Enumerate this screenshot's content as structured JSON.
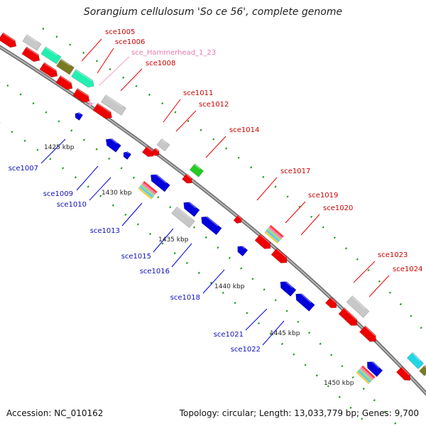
{
  "title": "Sorangium cellulosum 'So ce 56', complete genome",
  "footer": {
    "accession": "Accession: NC_010162",
    "topology": "Topology: circular; Length: 13,033,779 bp; Genes: 9,700"
  },
  "colors": {
    "forward_gene": "#ee0000",
    "reverse_gene": "#0000dd",
    "unknown_gene": "#c8c8c8",
    "highlight_cyan": "#22f0b0",
    "highlight_olive": "#7a7a20",
    "green_gene": "#22cc22",
    "rna_pink": "#f4a0c8",
    "backbone": "#8c8c8c",
    "dots": "#1a9a1a",
    "fwd_label": "#cc0000",
    "rev_label": "#1010c0",
    "rna_label": "#e87aaa"
  },
  "scale_labels": [
    "1425 kbp",
    "1430 kbp",
    "1435 kbp",
    "1440 kbp",
    "1445 kbp",
    "1450 kbp"
  ],
  "forward_labels": [
    "sce1005",
    "sce1006",
    "sce1008",
    "sce1011",
    "sce1012",
    "sce1014",
    "sce1017",
    "sce1019",
    "sce1020",
    "sce1023",
    "sce1024"
  ],
  "rna_label": "sce_Hammerhead_1_23",
  "reverse_labels": [
    "sce1007",
    "sce1009",
    "sce1010",
    "sce1013",
    "sce1015",
    "sce1016",
    "sce1018",
    "sce1021",
    "sce1022"
  ]
}
